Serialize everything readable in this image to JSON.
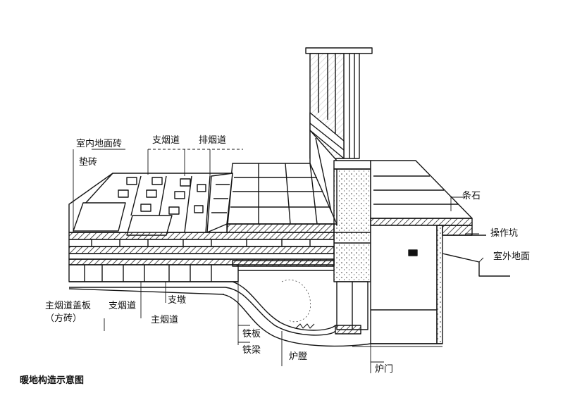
{
  "labels": {
    "indoor_floor_tile": "室内地面砖",
    "pad_brick": "垫砖",
    "branch_flue": "支烟道",
    "exhaust_flue": "排烟道",
    "strip_stone": "条石",
    "operation_pit": "操作坑",
    "outdoor_ground": "室外地面",
    "main_flue_cover": "主烟道盖板",
    "square_brick": "（方砖）",
    "branch_flue_lower": "支烟道",
    "branch_pier": "支墩",
    "main_flue": "主烟道",
    "iron_plate": "铁板",
    "iron_beam": "铁梁",
    "furnace_chamber": "炉膛",
    "furnace_door": "炉门"
  },
  "caption": "暖地构造示意图",
  "colors": {
    "ink": "#151515",
    "paper": "#ffffff"
  }
}
